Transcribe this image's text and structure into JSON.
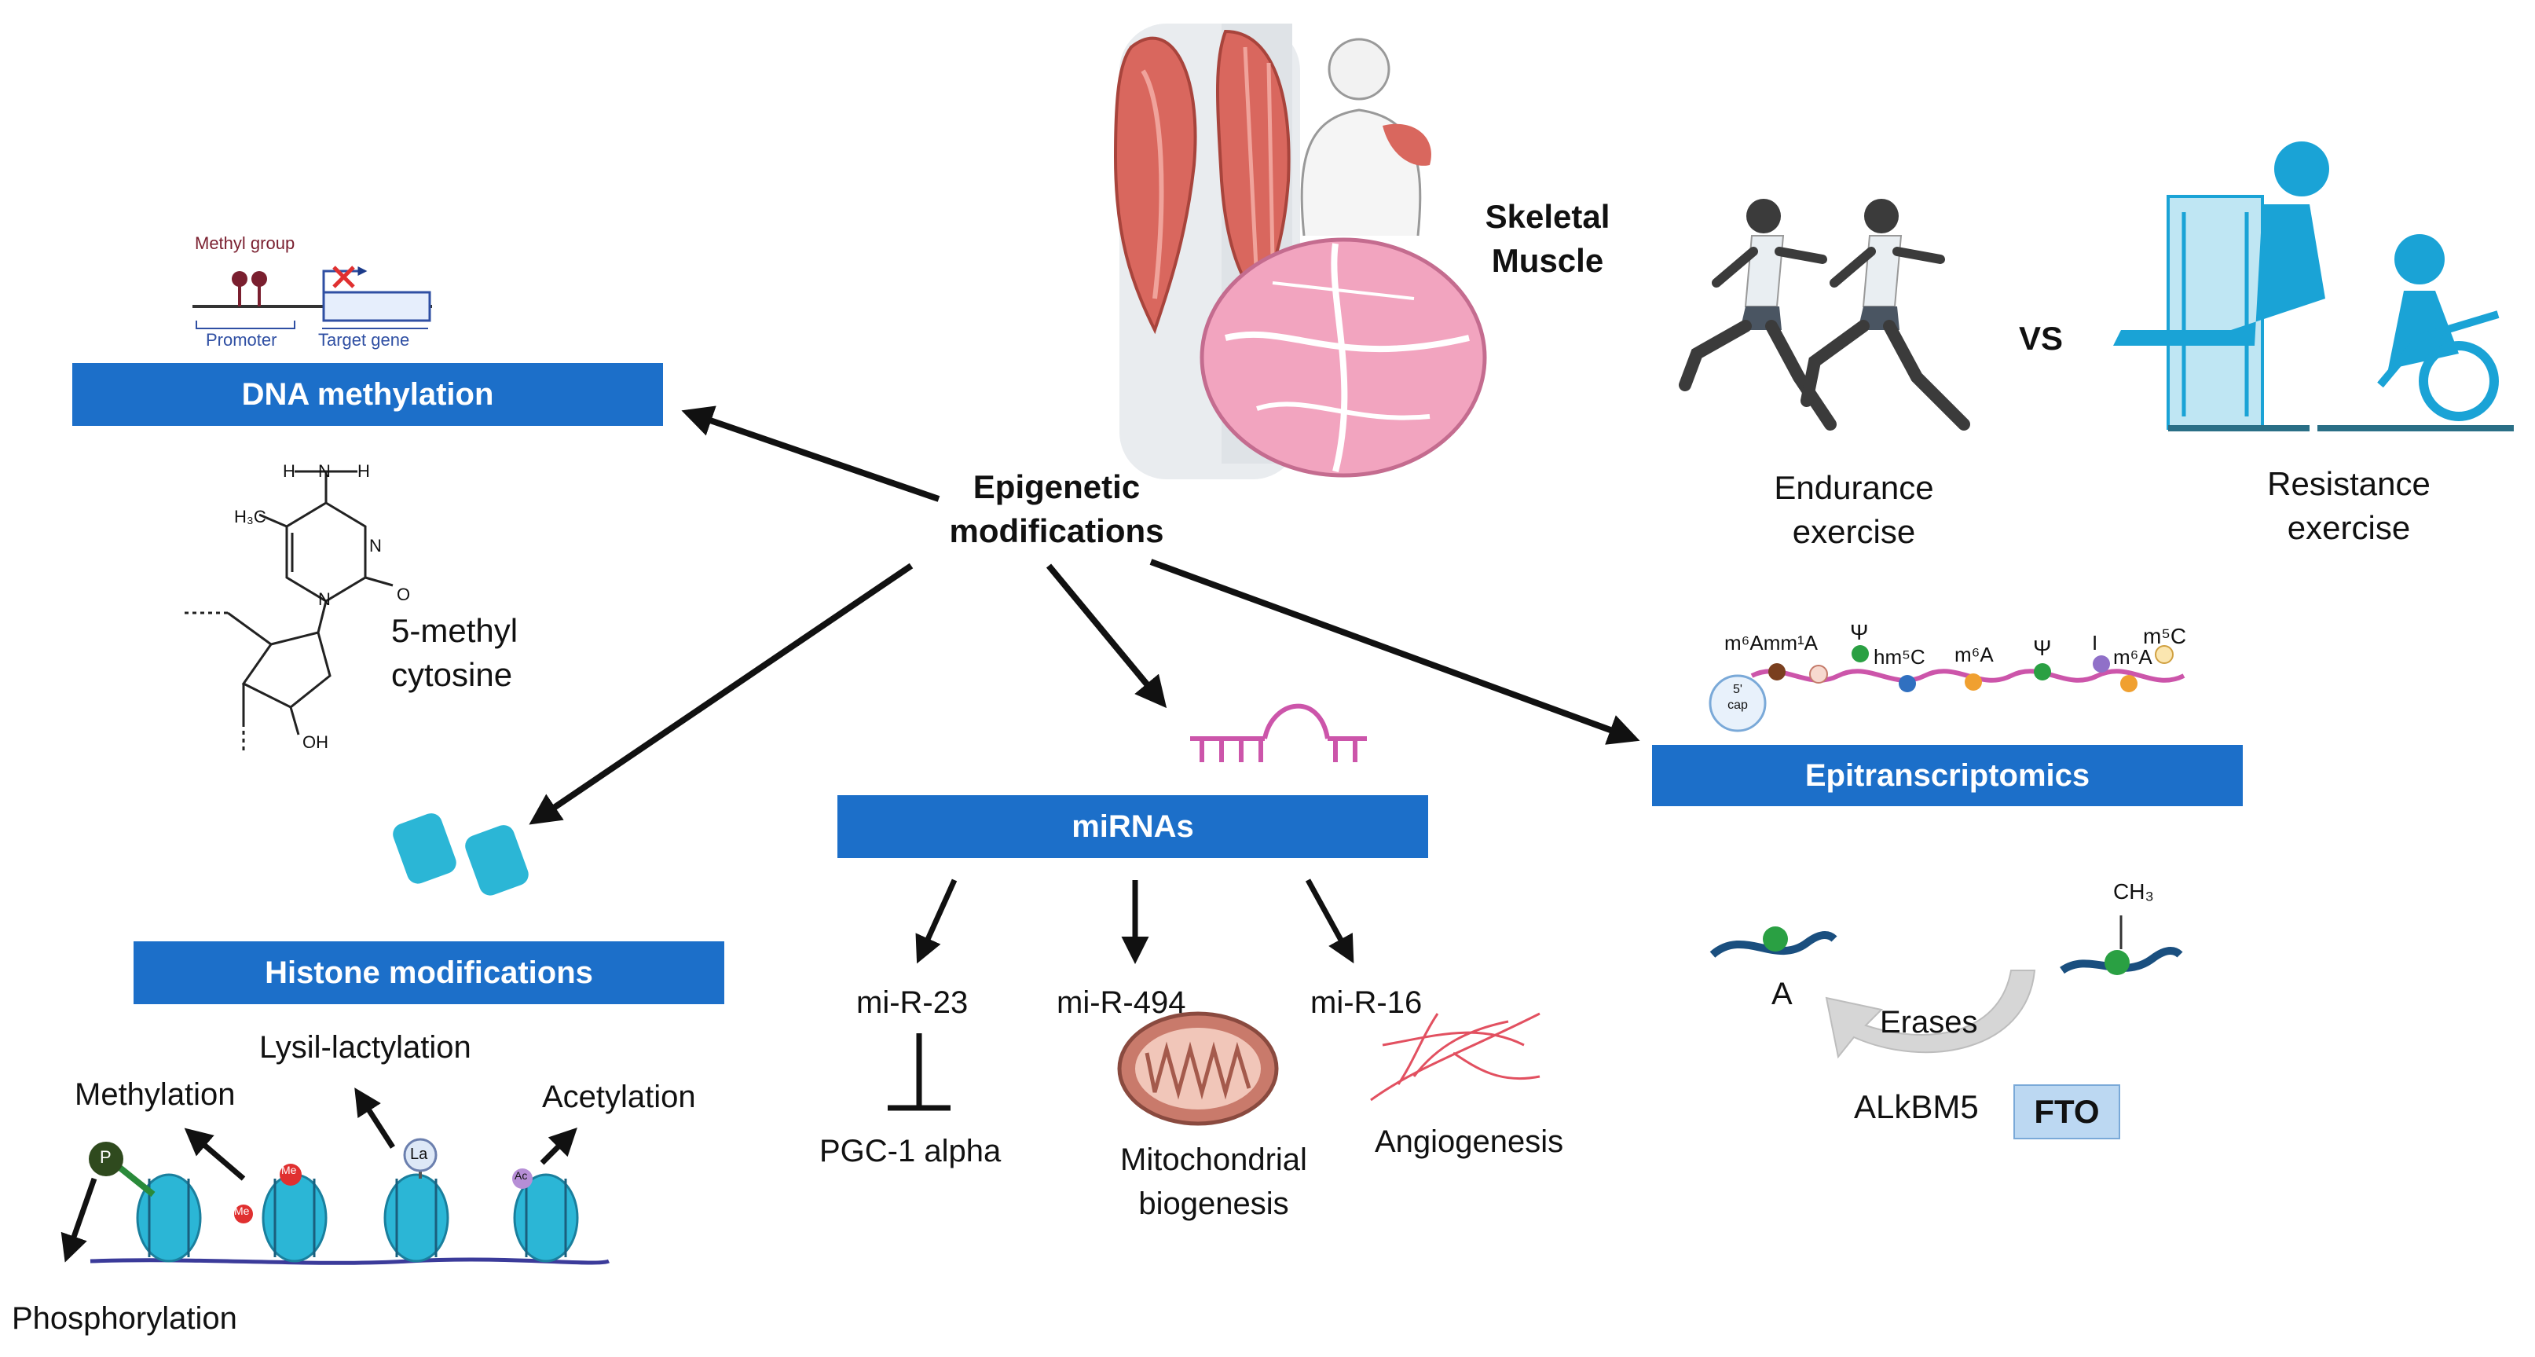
{
  "center_label": {
    "line1": "Epigenetic",
    "line2": "modifications"
  },
  "muscle": {
    "line1": "Skeletal",
    "line2": "Muscle"
  },
  "exercise": {
    "endurance_line1": "Endurance",
    "endurance_line2": "exercise",
    "vs": "VS",
    "resistance_line1": "Resistance",
    "resistance_line2": "exercise"
  },
  "dna_methylation": {
    "title": "DNA methylation",
    "methyl_group": "Methyl group",
    "promoter": "Promoter",
    "target_gene": "Target gene",
    "molecule_line1": "5-methyl",
    "molecule_line2": "cytosine",
    "atom_h1": "H",
    "atom_n": "N",
    "atom_h2": "H",
    "atom_h3c": "H₃C",
    "atom_n3": "N",
    "atom_n1": "N",
    "atom_o": "O",
    "atom_oh": "OH"
  },
  "histone": {
    "title": "Histone modifications",
    "methylation": "Methylation",
    "lysil": "Lysil-lactylation",
    "acetylation": "Acetylation",
    "phosphorylation": "Phosphorylation",
    "mark_p": "P",
    "mark_me1": "Me",
    "mark_me2": "Me",
    "mark_la": "La",
    "mark_ac": "Ac"
  },
  "mirnas": {
    "title": "miRNAs",
    "mir23": "mi-R-23",
    "mir494": "mi-R-494",
    "mir16": "mi-R-16",
    "pgc": "PGC-1 alpha",
    "mito_line1": "Mitochondrial",
    "mito_line2": "biogenesis",
    "angio": "Angiogenesis"
  },
  "epitranscriptomics": {
    "title": "Epitranscriptomics",
    "cap_line1": "5'",
    "cap_line2": "cap",
    "mod_m6amm1a": "m⁶Amm¹A",
    "mod_psi1": "Ψ",
    "mod_hm5c": "hm⁵C",
    "mod_m6a1": "m⁶A",
    "mod_psi2": "Ψ",
    "mod_i": "I",
    "mod_m6a2": "m⁶A",
    "mod_m5c": "m⁵C",
    "base_a": "A",
    "ch3": "CH₃",
    "erases": "Erases",
    "alkbm5": "ALkBM5",
    "fto": "FTO"
  },
  "colors": {
    "bar": "#1c6fc9",
    "nucleosome": "#2bb6d6",
    "rna": "#cc55aa",
    "muscle": "#d9675e",
    "tissue": "#f2a4bf",
    "athlete": "#1aa3d6"
  }
}
